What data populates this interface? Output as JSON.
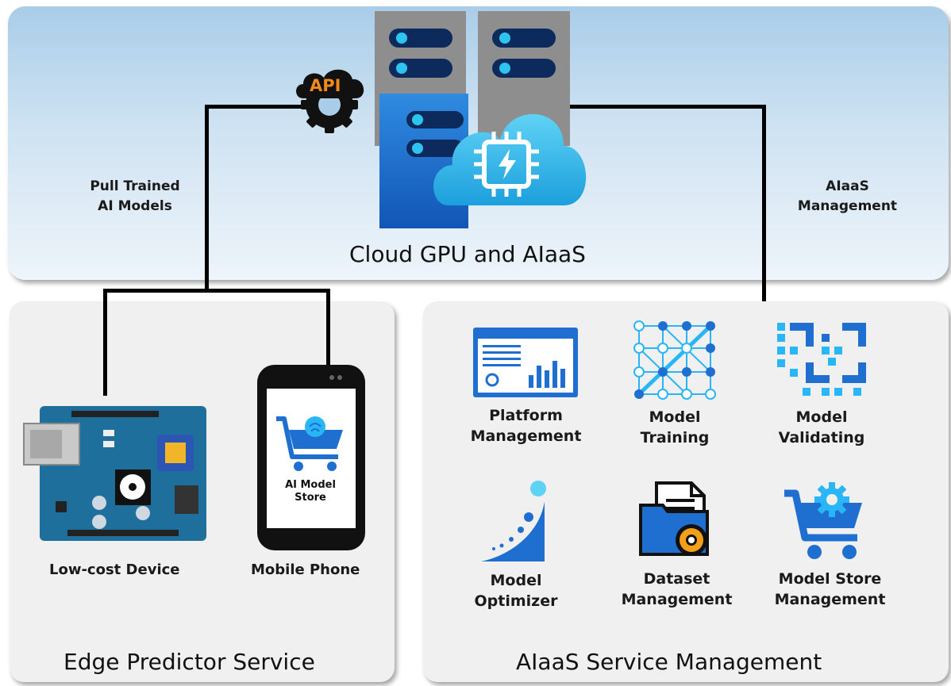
{
  "cloud_panel": {
    "title": "Cloud GPU and AIaaS",
    "api_label": "API",
    "left_link_line1": "Pull Trained",
    "left_link_line2": "AI Models",
    "right_link_line1": "AIaaS",
    "right_link_line2": "Management"
  },
  "edge_panel": {
    "title": "Edge Predictor Service",
    "device_label": "Low-cost Device",
    "phone_label": "Mobile Phone",
    "phone_screen_line1": "AI Model",
    "phone_screen_line2": "Store"
  },
  "aiaas_panel": {
    "title": "AIaaS Service Management",
    "items": [
      {
        "line1": "Platform",
        "line2": "Management",
        "icon": "dashboard-icon"
      },
      {
        "line1": "Model",
        "line2": "Training",
        "icon": "network-icon"
      },
      {
        "line1": "Model",
        "line2": "Validating",
        "icon": "validation-icon"
      },
      {
        "line1": "Model",
        "line2": "Optimizer",
        "icon": "optimizer-icon"
      },
      {
        "line1": "Dataset",
        "line2": "Management",
        "icon": "folder-gear-icon"
      },
      {
        "line1": "Model Store",
        "line2": "Management",
        "icon": "cart-gear-icon"
      }
    ]
  },
  "colors": {
    "accent_blue": "#1f6fd0",
    "light_blue": "#29b6f6",
    "server_gray": "#8a8a8a",
    "api_orange": "#f08a1c",
    "board_teal": "#1f6f9c"
  }
}
